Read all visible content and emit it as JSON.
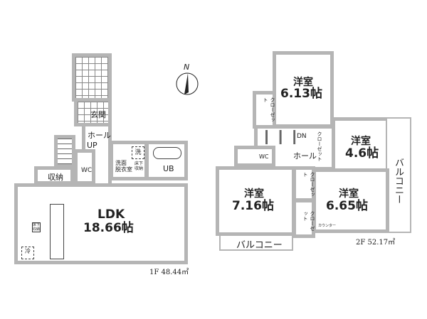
{
  "floor1": {
    "rooms": {
      "entrance": "玄関",
      "hall": "ホール",
      "up": "UP",
      "wc": "WC",
      "storage": "収納",
      "washroom": "洗面\n脱衣室",
      "washer": "洗",
      "underfloor": "床下\n収納",
      "bath": "UB",
      "ldk_name": "LDK",
      "ldk_size": "18.66帖",
      "fridge": "冷",
      "kitchen_storage": "床下\n収納"
    },
    "area": "1F 48.44㎡"
  },
  "compass": {
    "label": "N"
  },
  "floor2": {
    "rooms": {
      "r1_name": "洋室",
      "r1_size": "6.13帖",
      "r2_name": "洋室",
      "r2_size": "4.6帖",
      "r3_name": "洋室",
      "r3_size": "7.16帖",
      "r4_name": "洋室",
      "r4_size": "6.65帖",
      "closet1": "クローゼット",
      "closet2": "クローゼット",
      "closet3": "クローゼット",
      "closet4": "クローゼット",
      "hall": "ホール",
      "dn": "DN",
      "wc": "WC",
      "counter": "カウンター",
      "balcony_right": "バルコニー",
      "balcony_bottom": "バルコニー"
    },
    "area": "2F 52.17㎡"
  }
}
